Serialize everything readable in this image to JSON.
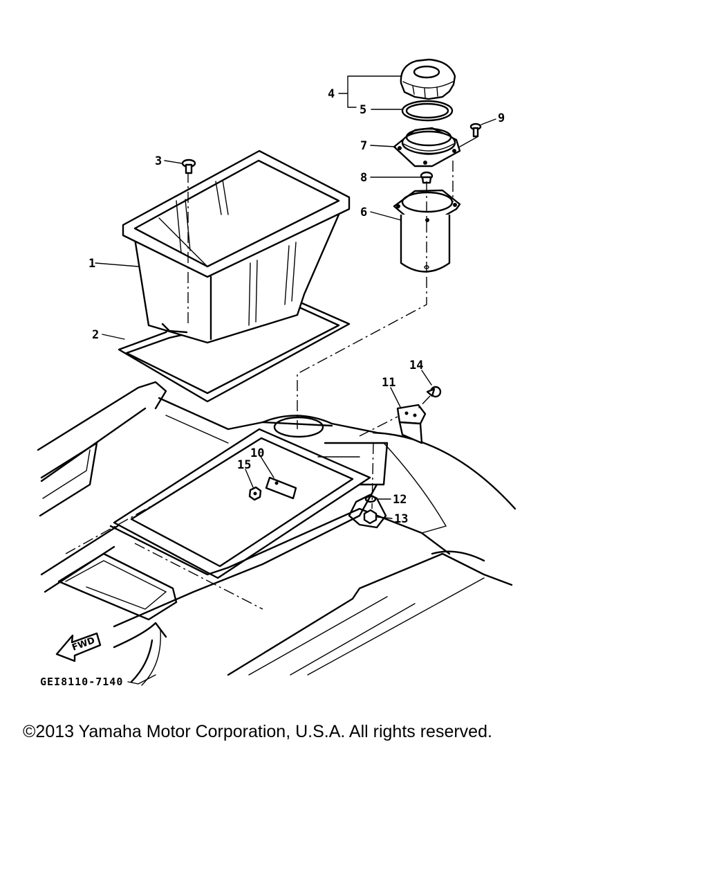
{
  "diagram": {
    "callouts": {
      "c1": "1",
      "c2": "2",
      "c3": "3",
      "c4": "4",
      "c5": "5",
      "c6": "6",
      "c7": "7",
      "c8": "8",
      "c9": "9",
      "c10": "10",
      "c11": "11",
      "c12": "12",
      "c13": "13",
      "c14": "14",
      "c15": "15"
    },
    "drawing_code": "GEI8110-7140",
    "direction_arrow_label": "FWD"
  },
  "footer": {
    "copyright": "©2013 Yamaha Motor Corporation, U.S.A. All rights reserved."
  }
}
